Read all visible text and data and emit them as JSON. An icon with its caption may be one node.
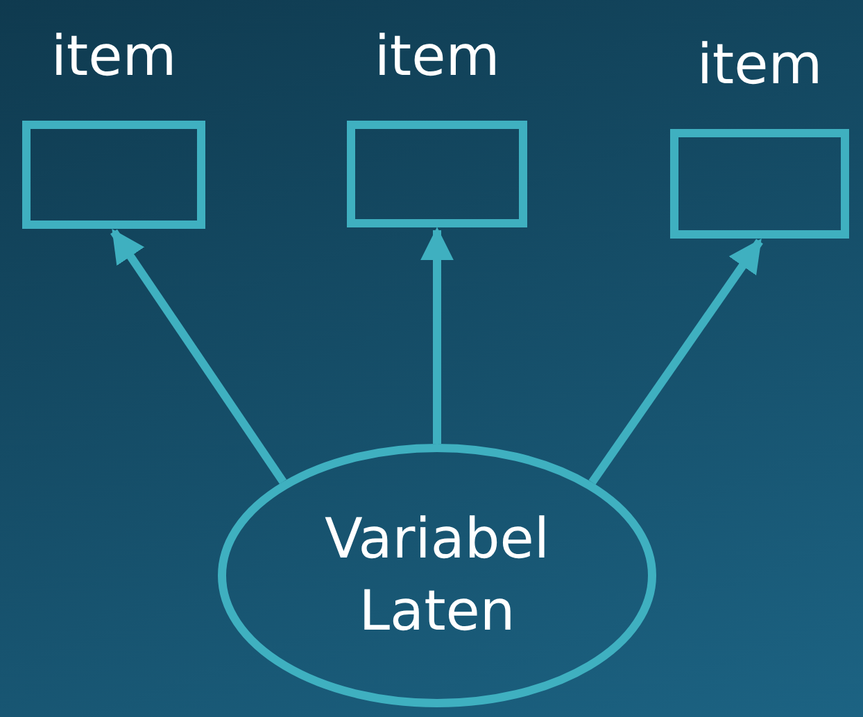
{
  "diagram": {
    "nodes": [
      {
        "text": [
          "item"
        ]
      },
      {
        "text": [
          "item"
        ]
      },
      {
        "text": [
          "item"
        ]
      },
      {
        "text": [
          "Variabel Laten"
        ]
      }
    ],
    "edges": [
      {
        "from": 3,
        "to": 0,
        "arrow": "to"
      },
      {
        "from": 3,
        "to": 1,
        "arrow": "to"
      },
      {
        "from": 3,
        "to": 2,
        "arrow": "to"
      }
    ]
  }
}
